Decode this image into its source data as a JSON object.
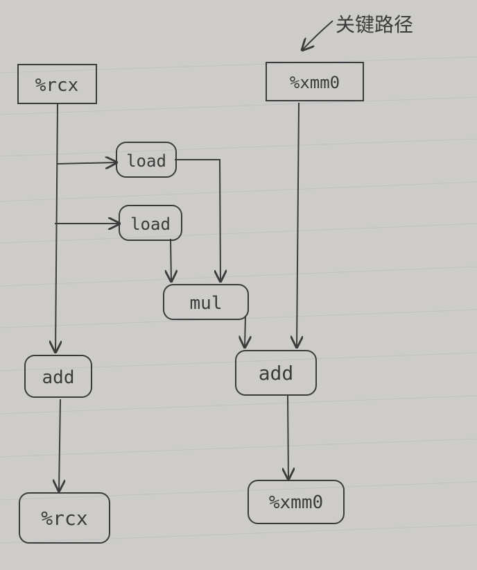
{
  "annotation": {
    "critical_path_label": "关键路径"
  },
  "nodes": {
    "rcx_in": "%rcx",
    "xmm0_in": "%xmm0",
    "load1": "load",
    "load2": "load",
    "mul": "mul",
    "add_left": "add",
    "add_right": "add",
    "rcx_out": "%rcx",
    "xmm0_out": "%xmm0"
  },
  "colors": {
    "paper": "#cdccc8",
    "ink": "#3b3b3b",
    "rule_lines": "#b9bdc4"
  }
}
